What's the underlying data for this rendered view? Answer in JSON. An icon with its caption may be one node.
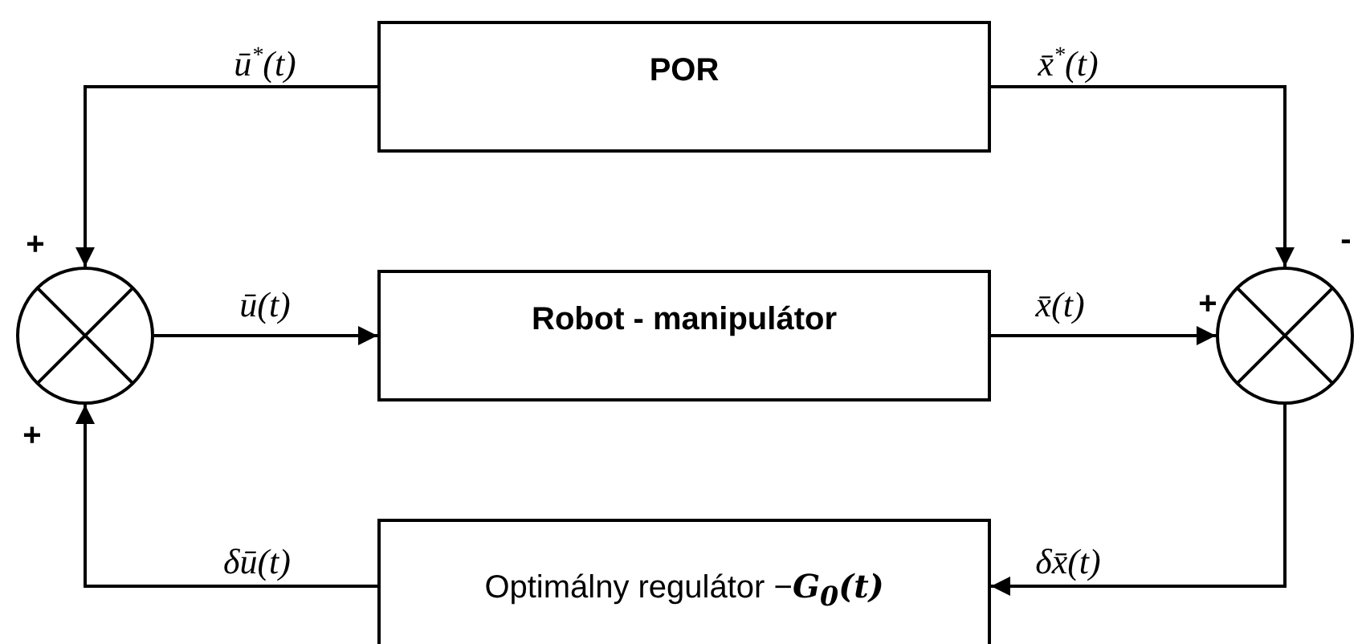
{
  "diagram": {
    "nodes": [
      {
        "text": [
          "POR"
        ]
      },
      {
        "text": [
          "Robot - manipulátor"
        ]
      },
      {
        "text": [
          "Optimálny regulátor −**G**$_{0}$**(t)**"
        ]
      },
      {
        "text": [],
        "shape": "circle"
      },
      {
        "text": [],
        "shape": "circle"
      }
    ],
    "edges": [
      {
        "from": 0,
        "to": 3,
        "arrow": "to",
        "label": "ū$^{*}$(t)"
      },
      {
        "from": 3,
        "to": 1,
        "arrow": "to",
        "label": "ū(t)"
      },
      {
        "from": 1,
        "to": 4,
        "arrow": "to",
        "label": "x̄(t)"
      },
      {
        "from": 0,
        "to": 4,
        "arrow": "to",
        "label": "x̄$^{*}$(t)"
      },
      {
        "from": 4,
        "to": 2,
        "arrow": "to",
        "label": "δx̄(t)"
      },
      {
        "from": 2,
        "to": 3,
        "arrow": "to",
        "label": "δū(t)"
      }
    ],
    "labels": [
      "+",
      "-",
      "+",
      "+"
    ]
  }
}
